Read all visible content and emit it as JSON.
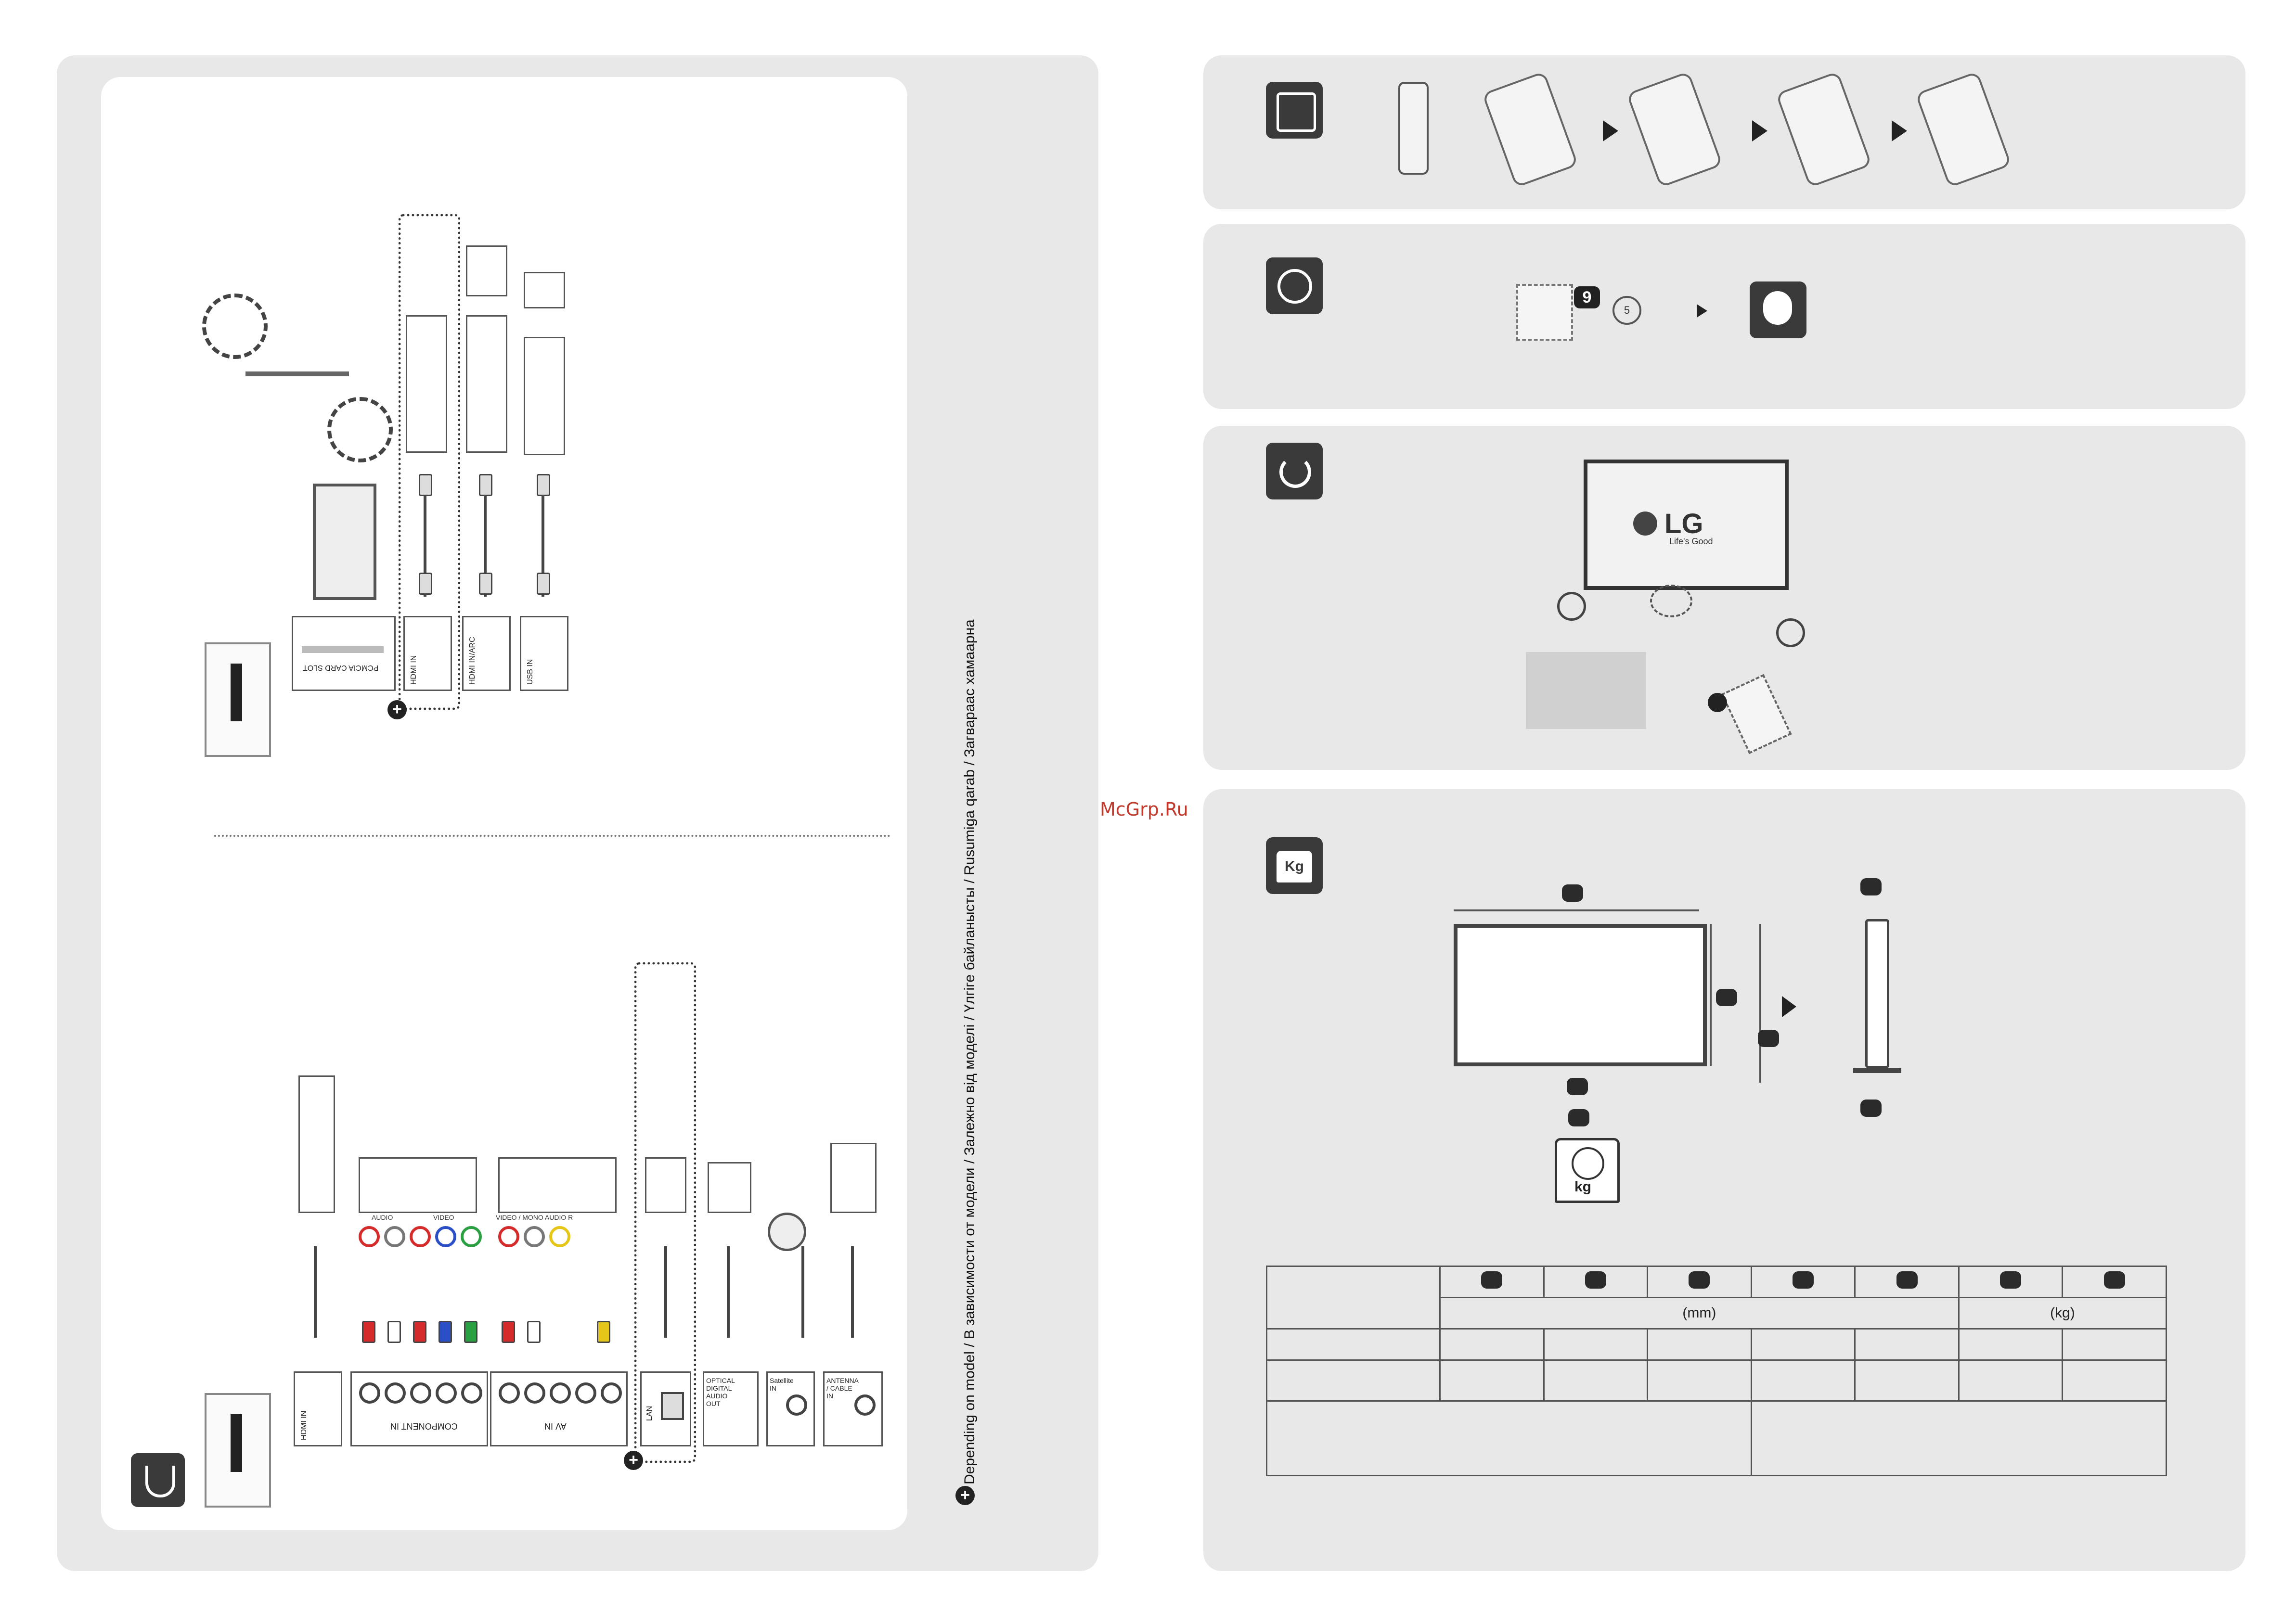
{
  "watermark": "McGrp.Ru",
  "side_note": "Depending on model / В зависимости от модели / Залежно від моделі / Үлгіге байланысты / Rusumiga qarab / Загвараас хамаарна",
  "ports_top": {
    "pcmcia": "PCMCIA CARD SLOT",
    "hdmi_in": "HDMI IN",
    "hdmi_arc": "HDMI IN/ARC",
    "usb_in": "USB IN"
  },
  "ports_bottom": {
    "hdmi_in": "HDMI IN",
    "component_in": "COMPONENT IN",
    "av_in": "AV IN",
    "lan": "LAN",
    "optical": "OPTICAL DIGITAL AUDIO OUT",
    "satellite": "Satellite IN",
    "antenna": "ANTENNA / CABLE IN",
    "audio_label": "AUDIO",
    "video_label": "VIDEO",
    "av_audio_label": "VIDEO / MONO AUDIO R"
  },
  "lg_logo": {
    "brand": "LG",
    "slogan": "Life's Good"
  },
  "support_step": {
    "digit": "9",
    "timer": "5"
  },
  "weight": {
    "scale_unit": "kg",
    "icon_label": "Kg"
  },
  "spec_table": {
    "unit_mm": "(mm)",
    "unit_kg": "(kg)"
  },
  "icons": {
    "remote_battery": "battery-icon",
    "troubleshoot": "question-icon",
    "power": "power-icon",
    "weight": "weight-icon",
    "connect": "cable-icon"
  },
  "colors": {
    "panel_bg": "#e8e8e8",
    "icon_bg": "#3a3a3a",
    "red_jack": "#d62b2b",
    "blue_jack": "#2b4fc7",
    "green_jack": "#2ba043",
    "yellow_jack": "#e6c619",
    "watermark": "#c0392b"
  }
}
